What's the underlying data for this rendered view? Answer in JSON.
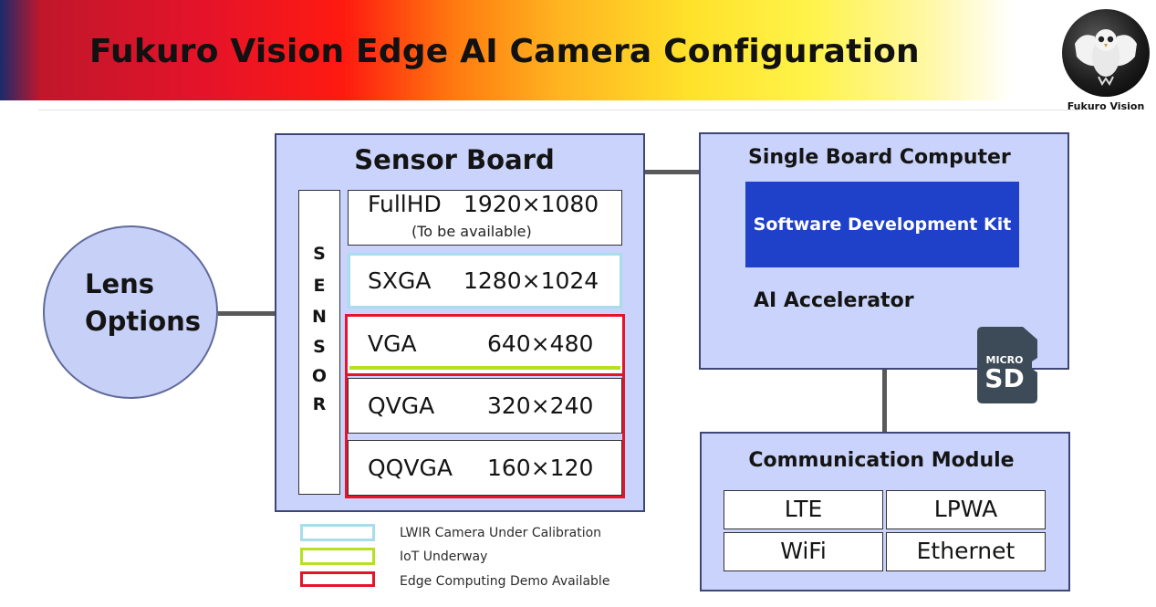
{
  "header": {
    "title": "Fukuro Vision Edge AI Camera Configuration",
    "logo_text": "Fukuro Vision"
  },
  "lens": {
    "line1": "Lens",
    "line2": "Options"
  },
  "sensor_board": {
    "title": "Sensor Board",
    "sensor_letters": [
      "S",
      "E",
      "N",
      "S",
      "O",
      "R"
    ],
    "resolutions": [
      {
        "name": "FullHD",
        "value": "1920×1080",
        "note": "(To be available)",
        "status": "none"
      },
      {
        "name": "SXGA",
        "value": "1280×1024",
        "status": "lwir"
      },
      {
        "name": "VGA",
        "value": "640×480",
        "status": "iot+edge"
      },
      {
        "name": "QVGA",
        "value": "320×240",
        "status": "edge"
      },
      {
        "name": "QQVGA",
        "value": "160×120",
        "status": "edge"
      }
    ]
  },
  "single_board_computer": {
    "title": "Single Board Computer",
    "sdk_label": "Software Development Kit",
    "ai_accelerator": "AI Accelerator",
    "sd_top": "MICRO",
    "sd_bottom": "SD"
  },
  "communication_module": {
    "title": "Communication Module",
    "options": [
      "LTE",
      "LPWA",
      "WiFi",
      "Ethernet"
    ]
  },
  "legend": [
    {
      "label": "LWIR Camera Under Calibration",
      "color": "#a9dcec"
    },
    {
      "label": "IoT Underway",
      "color": "#b9e020"
    },
    {
      "label": "Edge Computing Demo Available",
      "color": "#e4142a"
    }
  ],
  "colors": {
    "panel_fill": "#c9d3fb",
    "sdk_fill": "#1f40c8",
    "lens_fill": "#c7d0f7"
  }
}
